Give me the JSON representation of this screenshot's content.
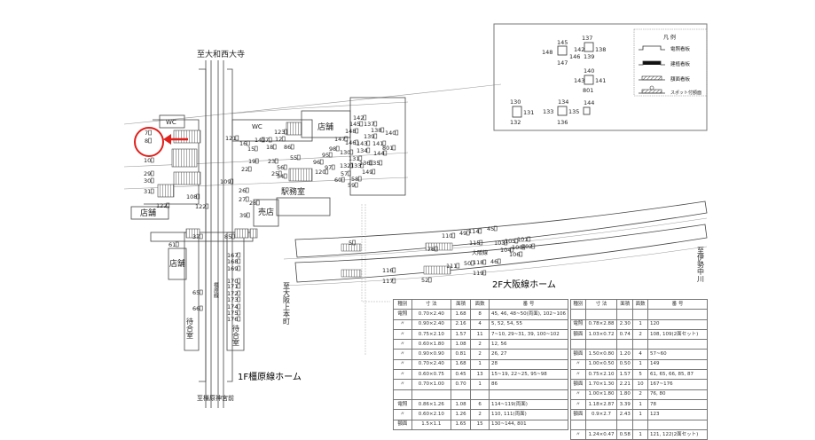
{
  "directions": {
    "north": "至大和西大寺",
    "south": "至橿原神宮前",
    "west": "至大阪上本町",
    "east": "至伊勢中川"
  },
  "platform_titles": {
    "kashihara": "1F橿原線ホーム",
    "osaka": "2F大阪線ホーム",
    "kashihara_track": "橿原線",
    "osaka_track": "大阪線"
  },
  "rooms": {
    "wc_left": "WC",
    "wc_right": "WC",
    "shop_top": "店舗",
    "shop_left": "店舗",
    "shop_lower": "店舗",
    "station_office": "駅務室",
    "kiosk": "売店",
    "waiting_left": "待合室",
    "waiting_right": "待合室"
  },
  "legend": {
    "title": "凡 例",
    "items": [
      "電照看板",
      "建植看板",
      "額面看板",
      "スポット付額面"
    ]
  },
  "pillar_labels": [
    "145",
    "137",
    "142",
    "138",
    "148",
    "146",
    "147",
    "139",
    "140",
    "143",
    "141",
    "801",
    "130",
    "131",
    "132",
    "134",
    "133",
    "135",
    "136",
    "144"
  ],
  "map_labels": [
    "7",
    "8",
    "10",
    "29",
    "30",
    "31",
    "122",
    "108",
    "122",
    "16",
    "14",
    "17",
    "15",
    "18",
    "123",
    "12",
    "86",
    "121",
    "19",
    "22",
    "23",
    "25",
    "55",
    "56",
    "54",
    "120",
    "98",
    "95",
    "96",
    "97",
    "130",
    "131",
    "132",
    "133",
    "134",
    "136",
    "135",
    "144",
    "149",
    "57",
    "60",
    "58",
    "59",
    "142",
    "145",
    "137",
    "148",
    "138",
    "147",
    "146",
    "143",
    "139",
    "141",
    "140",
    "801",
    "109",
    "26",
    "27",
    "28",
    "39",
    "61",
    "37",
    "85",
    "65",
    "66",
    "167",
    "168",
    "169",
    "170",
    "171",
    "172",
    "173",
    "174",
    "175",
    "176",
    "5",
    "78",
    "110",
    "49",
    "114",
    "115",
    "45",
    "103",
    "105",
    "101",
    "104",
    "100",
    "102",
    "106",
    "116",
    "117",
    "52",
    "111",
    "50",
    "118",
    "119",
    "46"
  ],
  "table_left": {
    "headers": [
      "種別",
      "寸 法",
      "面積",
      "面数",
      "番 号"
    ],
    "rows": [
      [
        "電照",
        "0.70×2.40",
        "1.68",
        "8",
        "45, 46, 48~50(両面), 102~106"
      ],
      [
        "〃",
        "0.90×2.40",
        "2.16",
        "4",
        "5, 52, 54, 55"
      ],
      [
        "〃",
        "0.75×2.10",
        "1.57",
        "11",
        "7~10, 29~31, 39, 100~102"
      ],
      [
        "〃",
        "0.60×1.80",
        "1.08",
        "2",
        "12, 56"
      ],
      [
        "〃",
        "0.90×0.90",
        "0.81",
        "2",
        "26, 27"
      ],
      [
        "〃",
        "0.70×2.40",
        "1.68",
        "1",
        "28"
      ],
      [
        "〃",
        "0.60×0.75",
        "0.45",
        "13",
        "15~19, 22~25, 95~98"
      ],
      [
        "〃",
        "0.70×1.00",
        "0.70",
        "1",
        "86"
      ],
      [
        "",
        "",
        "",
        "",
        ""
      ],
      [
        "電照",
        "0.86×1.26",
        "1.08",
        "6",
        "114~119(両面)"
      ],
      [
        "〃",
        "0.60×2.10",
        "1.26",
        "2",
        "110, 111(両面)"
      ],
      [
        "額面",
        "1.5×1.1",
        "1.65",
        "15",
        "130~144, 801"
      ]
    ]
  },
  "table_right": {
    "headers": [
      "種別",
      "寸 法",
      "面積",
      "面数",
      "番 号"
    ],
    "rows": [
      [
        "",
        "",
        "",
        "",
        ""
      ],
      [
        "電照",
        "0.78×2.88",
        "2.30",
        "1",
        "120"
      ],
      [
        "額面",
        "1.03×0.72",
        "0.74",
        "2",
        "108, 109(2面セット)"
      ],
      [
        "",
        "",
        "",
        "",
        ""
      ],
      [
        "額面",
        "1.50×0.80",
        "1.20",
        "4",
        "57~60"
      ],
      [
        "〃",
        "1.00×0.50",
        "0.50",
        "1",
        "149"
      ],
      [
        "〃",
        "0.75×2.10",
        "1.57",
        "5",
        "61, 65, 66, 85, 87"
      ],
      [
        "額面",
        "1.70×1.30",
        "2.21",
        "10",
        "167~176"
      ],
      [
        "〃",
        "1.00×1.80",
        "1.80",
        "2",
        "76, 80"
      ],
      [
        "〃",
        "1.18×2.87",
        "3.39",
        "1",
        "78"
      ],
      [
        "額面",
        "0.9×2.7",
        "2.43",
        "1",
        "123"
      ],
      [
        "",
        "",
        "",
        "",
        ""
      ],
      [
        "〃",
        "1.24×0.47",
        "0.58",
        "1",
        "121, 122(2面セット)"
      ]
    ]
  },
  "colors": {
    "highlight": "#e0201b",
    "line": "#444444",
    "hatch": "#888888"
  }
}
